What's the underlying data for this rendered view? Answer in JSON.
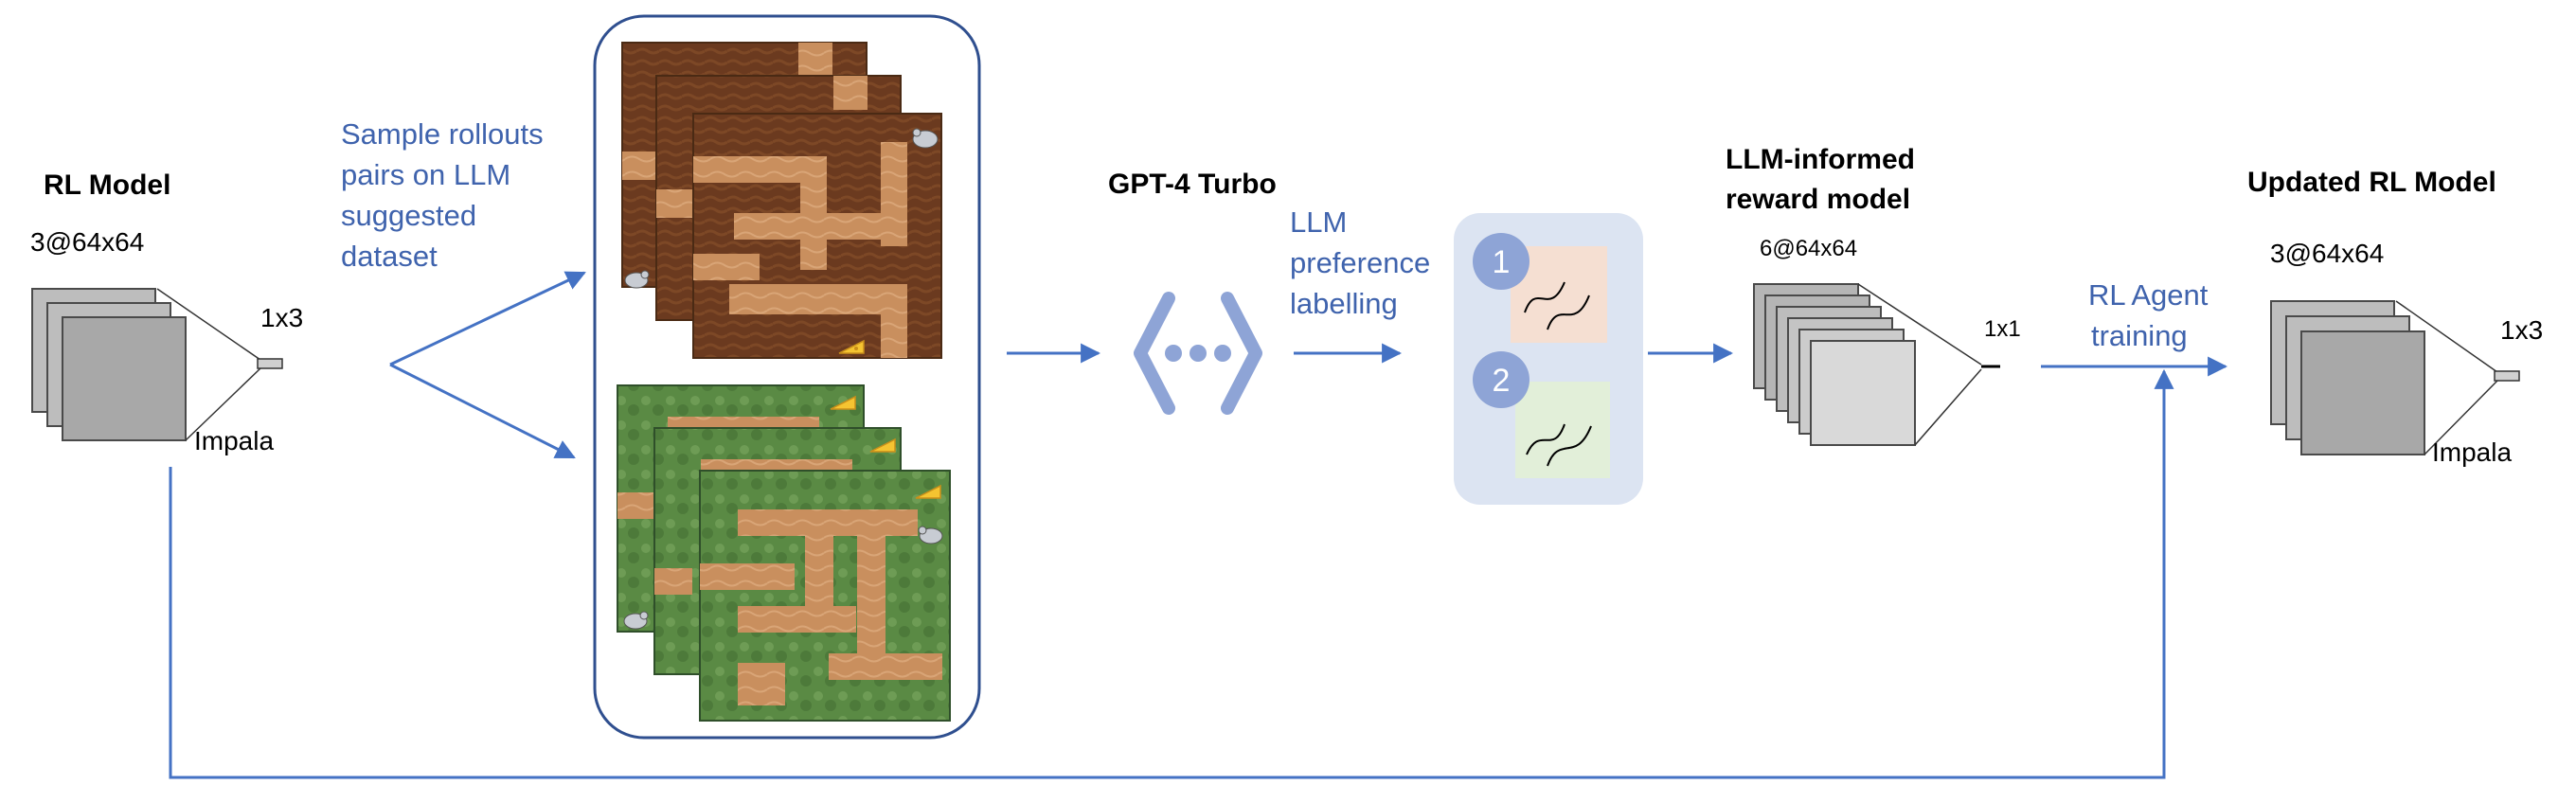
{
  "rl_model": {
    "title": "RL Model",
    "input_dim": "3@64x64",
    "output_dim": "1x3",
    "arch": "Impala"
  },
  "sampling": {
    "caption": [
      "Sample rollouts",
      "pairs on LLM",
      "suggested",
      "dataset"
    ]
  },
  "llm": {
    "title": "GPT-4 Turbo",
    "caption": [
      "LLM",
      "preference",
      "labelling"
    ]
  },
  "preference": {
    "badge_1": "1",
    "badge_2": "2"
  },
  "reward_model": {
    "title": [
      "LLM-informed",
      "reward model"
    ],
    "input_dim": "6@64x64",
    "output_dim": "1x1"
  },
  "training": {
    "caption": [
      "RL Agent",
      "training"
    ]
  },
  "updated_model": {
    "title": "Updated RL Model",
    "input_dim": "3@64x64",
    "output_dim": "1x3",
    "arch": "Impala"
  },
  "colors": {
    "accent_blue": "#4472c4",
    "text_blue": "#3f63ad",
    "dirt": "#6b3a1f",
    "path": "#c98f5e",
    "grass": "#5a8a44",
    "panel": "#dce4f2",
    "badge": "#8ea4d6"
  },
  "icons": {
    "llm": "ellipsis-diamond-icon",
    "cheese": "cheese-icon",
    "mouse": "mouse-icon"
  }
}
